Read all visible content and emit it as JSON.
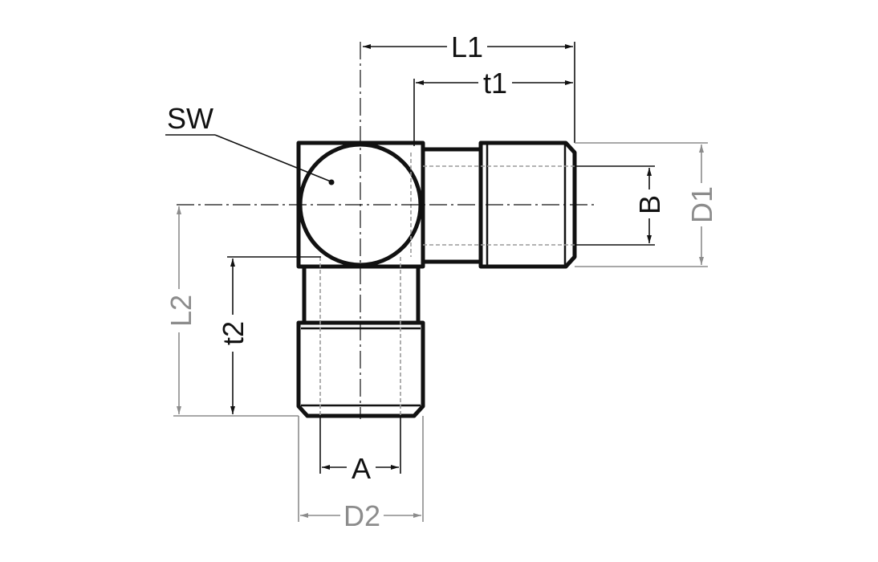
{
  "labels": {
    "sw": "SW",
    "l1": "L1",
    "t1": "t1",
    "b": "B",
    "d1": "D1",
    "l2": "L2",
    "t2": "t2",
    "a": "A",
    "d2": "D2"
  },
  "colors": {
    "outline": "#111111",
    "dimension_grey": "#8c8c8c",
    "hidden_grey": "#9a9a9a",
    "background": "#ffffff"
  }
}
